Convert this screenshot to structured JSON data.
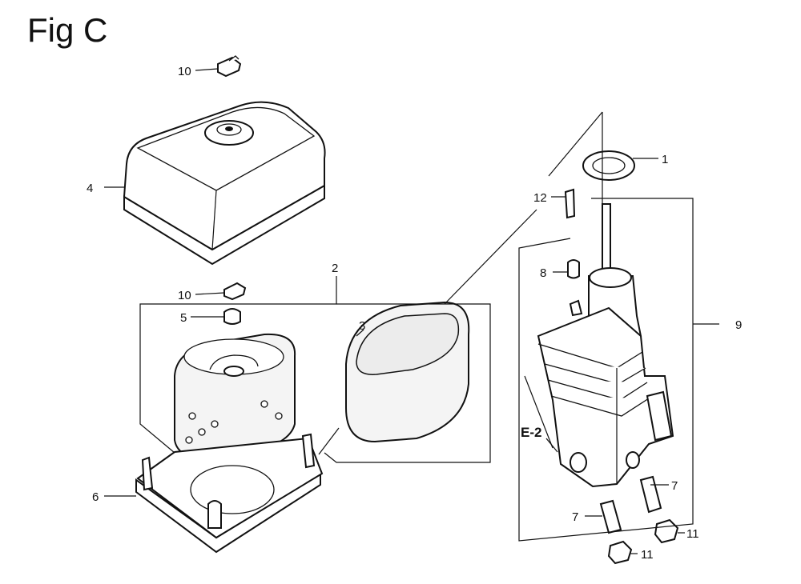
{
  "figure": {
    "title": "Fig C",
    "reference_labels": [
      {
        "id": "1",
        "text": "1"
      },
      {
        "id": "2",
        "text": "2"
      },
      {
        "id": "3",
        "text": "3"
      },
      {
        "id": "4",
        "text": "4"
      },
      {
        "id": "5",
        "text": "5"
      },
      {
        "id": "6",
        "text": "6"
      },
      {
        "id": "7a",
        "text": "7"
      },
      {
        "id": "7b",
        "text": "7"
      },
      {
        "id": "8",
        "text": "8"
      },
      {
        "id": "9",
        "text": "9"
      },
      {
        "id": "10a",
        "text": "10"
      },
      {
        "id": "10b",
        "text": "10"
      },
      {
        "id": "11a",
        "text": "11"
      },
      {
        "id": "11b",
        "text": "11"
      },
      {
        "id": "12",
        "text": "12"
      }
    ],
    "section_ref": "E-2"
  }
}
